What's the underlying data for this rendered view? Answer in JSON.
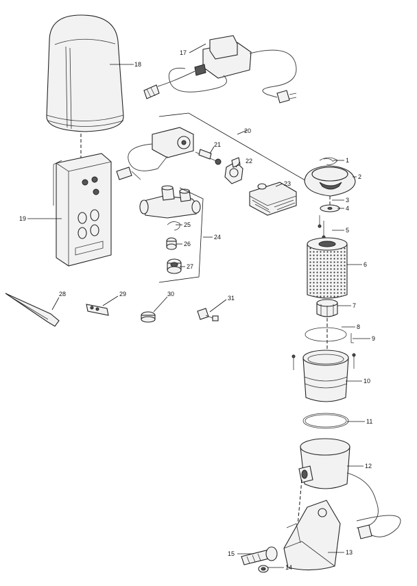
{
  "diagram": {
    "type": "exploded-parts-diagram",
    "callouts": [
      {
        "id": "1",
        "label": "1"
      },
      {
        "id": "2",
        "label": "2"
      },
      {
        "id": "3",
        "label": "3"
      },
      {
        "id": "4",
        "label": "4"
      },
      {
        "id": "5",
        "label": "5"
      },
      {
        "id": "6",
        "label": "6"
      },
      {
        "id": "7",
        "label": "7"
      },
      {
        "id": "8",
        "label": "8"
      },
      {
        "id": "9",
        "label": "9"
      },
      {
        "id": "10",
        "label": "10"
      },
      {
        "id": "11",
        "label": "11"
      },
      {
        "id": "12",
        "label": "12"
      },
      {
        "id": "13",
        "label": "13"
      },
      {
        "id": "14",
        "label": "14"
      },
      {
        "id": "15",
        "label": "15"
      },
      {
        "id": "17",
        "label": "17"
      },
      {
        "id": "18",
        "label": "18"
      },
      {
        "id": "19",
        "label": "19"
      },
      {
        "id": "20",
        "label": "20"
      },
      {
        "id": "21",
        "label": "21"
      },
      {
        "id": "22",
        "label": "22"
      },
      {
        "id": "23",
        "label": "23"
      },
      {
        "id": "24",
        "label": "24"
      },
      {
        "id": "25",
        "label": "25"
      },
      {
        "id": "26",
        "label": "26"
      },
      {
        "id": "27",
        "label": "27"
      },
      {
        "id": "28",
        "label": "28"
      },
      {
        "id": "29",
        "label": "29"
      },
      {
        "id": "30",
        "label": "30"
      },
      {
        "id": "31",
        "label": "31"
      }
    ],
    "colors": {
      "line": "#222222",
      "fill": "#f2f2f2",
      "background": "#ffffff"
    }
  }
}
